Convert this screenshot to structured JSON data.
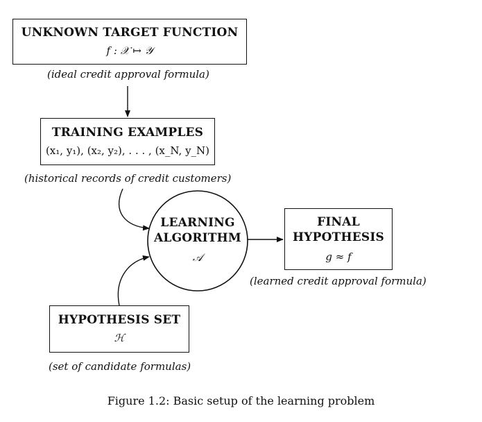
{
  "target": {
    "title": "UNKNOWN TARGET FUNCTION",
    "formula": "f : 𝒳 ↦ 𝒴",
    "caption": "(ideal credit approval formula)"
  },
  "training": {
    "title": "TRAINING EXAMPLES",
    "formula": "(x₁, y₁), (x₂, y₂), . . . , (x_N, y_N)",
    "caption": "(historical records of credit customers)"
  },
  "algorithm": {
    "title_line1": "LEARNING",
    "title_line2": "ALGORITHM",
    "symbol": "𝒜"
  },
  "final": {
    "title_line1": "FINAL",
    "title_line2": "HYPOTHESIS",
    "formula": "g ≈ f",
    "caption": "(learned credit approval formula)"
  },
  "hypothesis_set": {
    "title": "HYPOTHESIS SET",
    "symbol": "ℋ",
    "caption": "(set of candidate formulas)"
  },
  "figure_caption": "Figure 1.2: Basic setup of the learning problem"
}
